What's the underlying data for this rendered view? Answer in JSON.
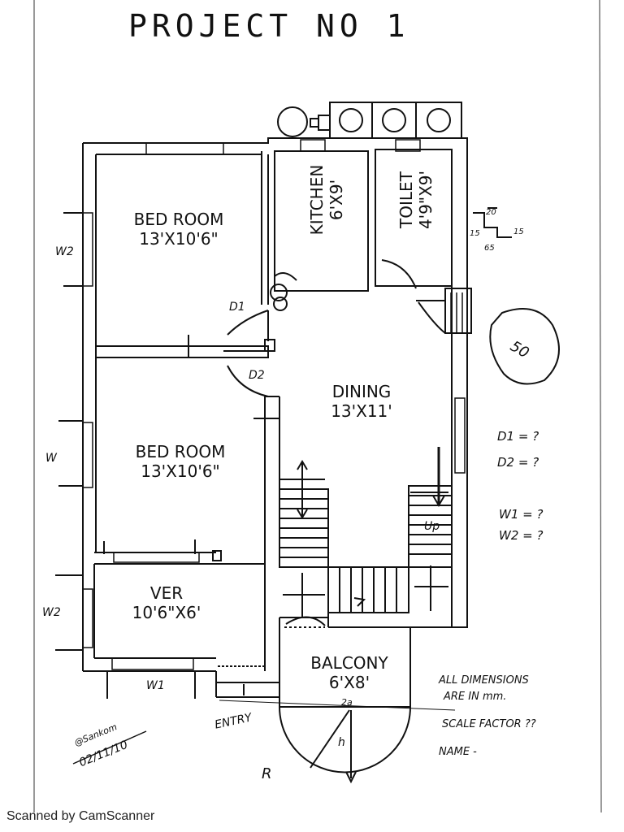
{
  "title": "PROJECT NO 1",
  "rooms": {
    "bed1": {
      "name": "BED ROOM",
      "size": "13'X10'6\""
    },
    "kitchen": {
      "name": "KITCHEN",
      "size": "6'X9'"
    },
    "toilet": {
      "name": "TOILET",
      "size": "4'9\"X9'"
    },
    "dining": {
      "name": "DINING",
      "size": "13'X11'"
    },
    "bed2": {
      "name": "BED ROOM",
      "size": "13'X10'6\""
    },
    "ver": {
      "name": "VER",
      "size": "10'6\"X6'"
    },
    "balcony": {
      "name": "BALCONY",
      "size": "6'X8'"
    }
  },
  "labels": {
    "d1": "D1",
    "d2": "D2",
    "w2_top": "W2",
    "w_mid": "W",
    "w2_bottom": "W2",
    "w1": "W1",
    "entry": "ENTRY",
    "tank": "50",
    "r": "R",
    "h": "h",
    "two_a": "2a",
    "up": "Up",
    "step_rise": "20",
    "step_l": "15",
    "step_r": "15",
    "step_tread": "65"
  },
  "notes": {
    "q1": "D1 = ?",
    "q2": "D2 = ?",
    "q3": "W1 = ?",
    "q4": "W2 = ?",
    "dim1": "ALL DIMENSIONS",
    "dim2": "ARE IN mm.",
    "scale": "SCALE FACTOR ??",
    "name": "NAME -",
    "sig": "@Sankom",
    "date": "02/11/10"
  },
  "footer": "Scanned by CamScanner"
}
